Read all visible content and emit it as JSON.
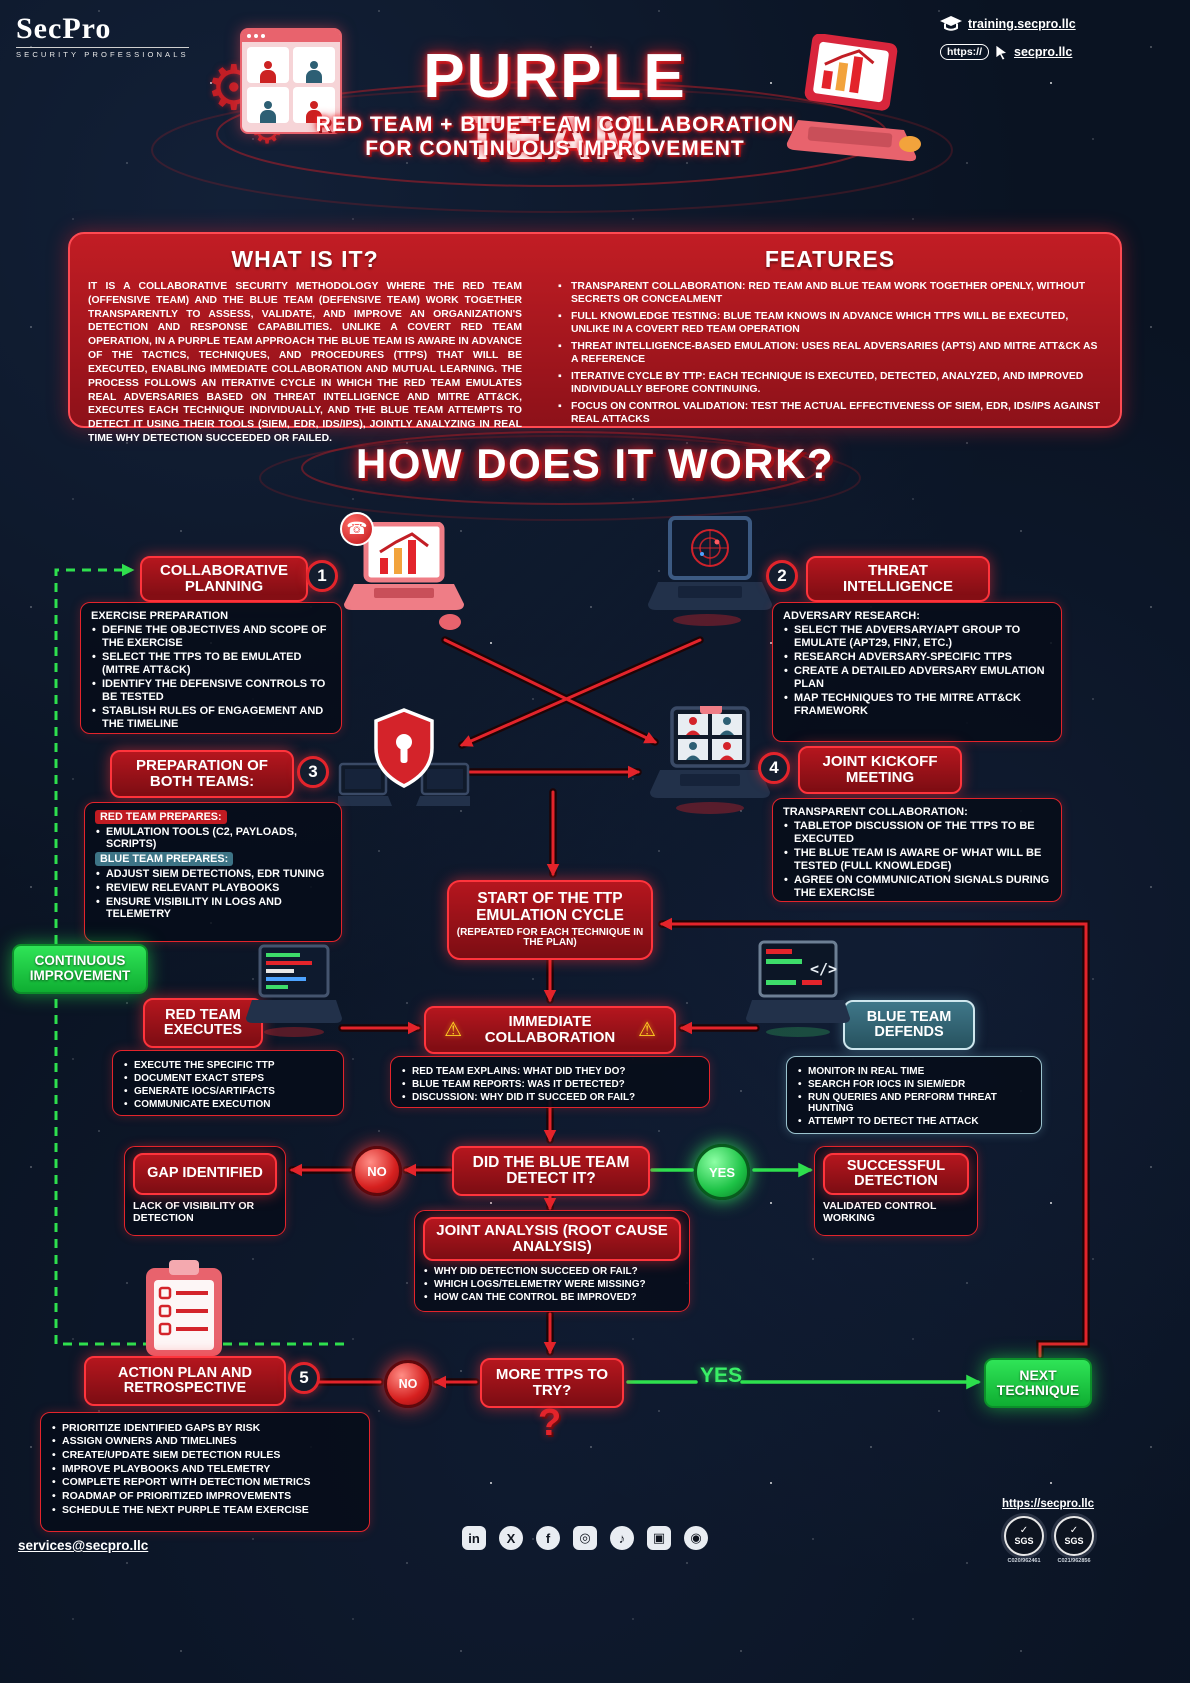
{
  "header": {
    "logo": "SecPro",
    "tagline": "SECURITY PROFESSIONALS",
    "title": "PURPLE TEAM",
    "subtitle_line1": "RED TEAM + BLUE TEAM COLLABORATION",
    "subtitle_line2": "FOR CONTINUOUS IMPROVEMENT",
    "training_link": "training.secpro.llc",
    "https_chip": "https://",
    "site_link": "secpro.llc"
  },
  "intro": {
    "what": {
      "title": "WHAT IS IT?",
      "body": "IT IS A COLLABORATIVE SECURITY METHODOLOGY WHERE THE RED TEAM (OFFENSIVE TEAM) AND THE BLUE TEAM (DEFENSIVE TEAM) WORK TOGETHER TRANSPARENTLY TO ASSESS, VALIDATE, AND IMPROVE AN ORGANIZATION'S DETECTION AND RESPONSE CAPABILITIES. UNLIKE A COVERT RED TEAM OPERATION, IN A PURPLE TEAM APPROACH THE BLUE TEAM IS AWARE IN ADVANCE OF THE TACTICS, TECHNIQUES, AND PROCEDURES (TTPS) THAT WILL BE EXECUTED, ENABLING IMMEDIATE COLLABORATION AND MUTUAL LEARNING. THE PROCESS FOLLOWS AN ITERATIVE CYCLE IN WHICH THE RED TEAM EMULATES REAL ADVERSARIES BASED ON THREAT INTELLIGENCE AND MITRE ATT&CK, EXECUTES EACH TECHNIQUE INDIVIDUALLY, AND THE BLUE TEAM ATTEMPTS TO DETECT IT USING THEIR TOOLS (SIEM, EDR, IDS/IPS), JOINTLY ANALYZING IN REAL TIME WHY DETECTION SUCCEEDED OR FAILED."
    },
    "features": {
      "title": "FEATURES",
      "items": [
        "TRANSPARENT COLLABORATION: RED TEAM AND BLUE TEAM WORK TOGETHER OPENLY, WITHOUT SECRETS OR CONCEALMENT",
        "FULL KNOWLEDGE TESTING: BLUE TEAM KNOWS IN ADVANCE WHICH TTPS WILL BE EXECUTED, UNLIKE IN A COVERT RED TEAM OPERATION",
        "THREAT INTELLIGENCE-BASED EMULATION: USES REAL ADVERSARIES (APTS) AND MITRE ATT&CK AS A REFERENCE",
        "ITERATIVE CYCLE BY TTP: EACH TECHNIQUE IS EXECUTED, DETECTED, ANALYZED, AND IMPROVED INDIVIDUALLY BEFORE CONTINUING.",
        "FOCUS ON CONTROL VALIDATION: TEST THE ACTUAL EFFECTIVENESS OF SIEM, EDR, IDS/IPS AGAINST REAL ATTACKS"
      ]
    }
  },
  "how_title": "HOW DOES IT WORK?",
  "flow": {
    "step1": {
      "num": "1",
      "title": "COLLABORATIVE PLANNING",
      "heading": "EXERCISE PREPARATION",
      "items": [
        "DEFINE THE OBJECTIVES AND SCOPE OF THE EXERCISE",
        "SELECT THE TTPS TO BE EMULATED (MITRE ATT&CK)",
        "IDENTIFY THE DEFENSIVE CONTROLS TO BE TESTED",
        "STABLISH RULES OF ENGAGEMENT AND THE TIMELINE"
      ]
    },
    "step2": {
      "num": "2",
      "title": "THREAT INTELLIGENCE",
      "heading": "ADVERSARY RESEARCH:",
      "items": [
        "SELECT THE ADVERSARY/APT GROUP TO EMULATE (APT29, FIN7, ETC.)",
        "RESEARCH ADVERSARY-SPECIFIC TTPS",
        "CREATE A DETAILED ADVERSARY EMULATION PLAN",
        "MAP TECHNIQUES TO THE MITRE ATT&CK FRAMEWORK"
      ]
    },
    "step3": {
      "num": "3",
      "title": "PREPARATION OF BOTH TEAMS:",
      "red_label": "RED TEAM PREPARES:",
      "red_items": [
        "EMULATION TOOLS (C2, PAYLOADS, SCRIPTS)"
      ],
      "blue_label": "BLUE TEAM PREPARES:",
      "blue_items": [
        "ADJUST SIEM DETECTIONS, EDR TUNING",
        "REVIEW RELEVANT PLAYBOOKS",
        "ENSURE VISIBILITY IN LOGS AND TELEMETRY"
      ]
    },
    "step4": {
      "num": "4",
      "title": "JOINT KICKOFF MEETING",
      "heading": "TRANSPARENT COLLABORATION:",
      "items": [
        "TABLETOP DISCUSSION OF THE TTPS TO BE EXECUTED",
        "THE BLUE TEAM IS AWARE OF WHAT WILL BE TESTED (FULL KNOWLEDGE)",
        "AGREE ON COMMUNICATION SIGNALS DURING THE EXERCISE"
      ]
    },
    "start": {
      "line1": "START OF THE TTP EMULATION CYCLE",
      "line2": "(REPEATED FOR EACH TECHNIQUE IN THE PLAN)"
    },
    "continuous_improvement": "CONTINUOUS IMPROVEMENT",
    "red_team": {
      "title": "RED TEAM EXECUTES",
      "items": [
        "EXECUTE THE SPECIFIC TTP",
        "DOCUMENT EXACT STEPS",
        "GENERATE IOCS/ARTIFACTS",
        "COMMUNICATE EXECUTION"
      ]
    },
    "collaboration": {
      "title": "IMMEDIATE COLLABORATION",
      "items": [
        "RED TEAM EXPLAINS: WHAT DID THEY DO?",
        "BLUE TEAM REPORTS: WAS IT DETECTED?",
        "DISCUSSION: WHY DID IT SUCCEED OR FAIL?"
      ]
    },
    "blue_team": {
      "title": "BLUE TEAM DEFENDS",
      "items": [
        "MONITOR IN REAL TIME",
        "SEARCH FOR IOCS IN SIEM/EDR",
        "RUN QUERIES AND PERFORM THREAT HUNTING",
        "ATTEMPT TO DETECT THE ATTACK"
      ]
    },
    "detect_question": "DID THE BLUE TEAM DETECT IT?",
    "no_label": "NO",
    "yes_label": "YES",
    "gap": {
      "title": "GAP IDENTIFIED",
      "subtitle": "LACK OF VISIBILITY OR DETECTION"
    },
    "success": {
      "title": "SUCCESSFUL DETECTION",
      "subtitle": "VALIDATED CONTROL WORKING"
    },
    "joint_analysis": {
      "title": "JOINT ANALYSIS (ROOT CAUSE ANALYSIS)",
      "items": [
        "WHY DID DETECTION SUCCEED OR FAIL?",
        "WHICH LOGS/TELEMETRY WERE MISSING?",
        "HOW CAN THE CONTROL BE IMPROVED?"
      ]
    },
    "more_question": "MORE TTPS TO TRY?",
    "question_mark": "?",
    "action_plan": {
      "num": "5",
      "title": "ACTION PLAN AND RETROSPECTIVE",
      "items": [
        "PRIORITIZE IDENTIFIED GAPS BY RISK",
        "ASSIGN OWNERS AND TIMELINES",
        "CREATE/UPDATE SIEM DETECTION RULES",
        "IMPROVE PLAYBOOKS AND TELEMETRY",
        "COMPLETE REPORT WITH DETECTION METRICS",
        "ROADMAP OF PRIORITIZED IMPROVEMENTS",
        "SCHEDULE THE NEXT PURPLE TEAM EXERCISE"
      ]
    },
    "next_technique": "NEXT TECHNIQUE"
  },
  "footer": {
    "email": "services@secpro.llc",
    "site": "https://secpro.llc",
    "social": [
      {
        "name": "linkedin",
        "glyph": "in"
      },
      {
        "name": "x",
        "glyph": "X"
      },
      {
        "name": "facebook",
        "glyph": "f"
      },
      {
        "name": "instagram",
        "glyph": "◎"
      },
      {
        "name": "tiktok",
        "glyph": "♪"
      },
      {
        "name": "twitch",
        "glyph": "▣"
      },
      {
        "name": "github",
        "glyph": "◉"
      }
    ],
    "badges": [
      {
        "org": "SGS",
        "code": "C020/962461"
      },
      {
        "org": "SGS",
        "code": "C021/962856"
      }
    ]
  }
}
